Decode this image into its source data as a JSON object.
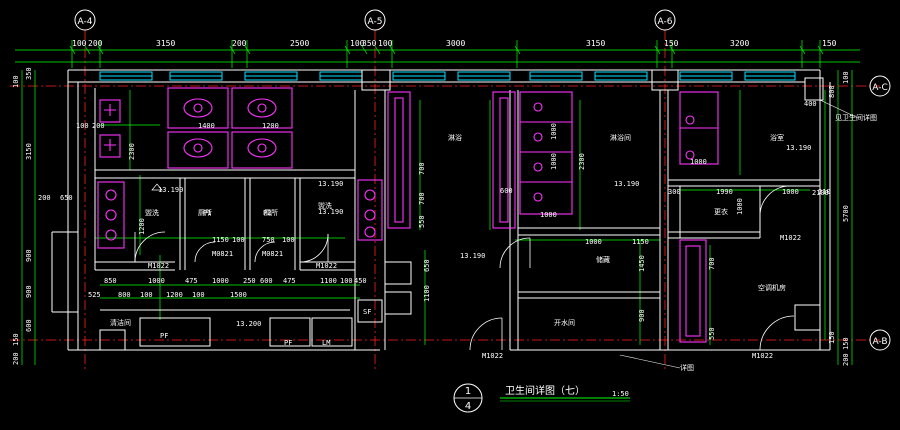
{
  "colors": {
    "background": "#000000",
    "dimension_line": "#00ff00",
    "wall": "#ffffff",
    "fixture": "#ff00ff",
    "window": "#00ffff",
    "axis_line": "#ff0000",
    "annotation": "#ffffff"
  },
  "axes": {
    "top": [
      "A-4",
      "A-5",
      "A-6"
    ],
    "right": [
      "A-C",
      "A-B"
    ]
  },
  "top_dims": [
    "100",
    "200",
    "3150",
    "200",
    "2500",
    "100",
    "350",
    "100",
    "3000",
    "3150",
    "150",
    "3200",
    "150"
  ],
  "left_dims": [
    "100",
    "350",
    "3150",
    "200",
    "650",
    "900",
    "900",
    "600",
    "150",
    "200"
  ],
  "right_dims": [
    "100",
    "5700",
    "150",
    "200",
    "800",
    "400",
    "2100",
    "150"
  ],
  "room_dims": {
    "d1": "1400",
    "d2": "1200",
    "d3": "100",
    "d4": "200",
    "d5": "1150",
    "d6": "100",
    "d7": "750",
    "d8": "100",
    "d9": "850",
    "d10": "1000",
    "d11": "475",
    "d12": "1000",
    "d13": "250",
    "d14": "600",
    "d15": "475",
    "d16": "1100",
    "d17": "100",
    "d18": "450",
    "d19": "525",
    "d20": "800",
    "d21": "100",
    "d22": "1200",
    "d23": "100",
    "d24": "1500",
    "d25": "1000",
    "d26": "1150",
    "d27": "1450",
    "d28": "900",
    "d29": "1990",
    "d30": "1000",
    "d31": "300",
    "d32": "1000",
    "d33": "210",
    "d34": "600",
    "d35": "1000",
    "d36": "2300",
    "d37": "700",
    "d38": "700",
    "d39": "550",
    "d40": "650",
    "d41": "1100",
    "d42": "1000",
    "d43": "1000",
    "d44": "2300",
    "d45": "1200",
    "d46": "1000",
    "d47": "700",
    "d48": "550"
  },
  "elevations": [
    "13.190",
    "13.190",
    "13.190",
    "13.190",
    "13.190",
    "13.200",
    "13.190"
  ],
  "door_tags": [
    "M1022",
    "M0821",
    "M0821",
    "M1022",
    "M1022",
    "M1022",
    "M1022"
  ],
  "room_labels": [
    "厕所",
    "厕所",
    "盥洗",
    "盥洗",
    "淋浴",
    "淋浴间",
    "浴室",
    "储藏",
    "更衣",
    "开水间",
    "清洁间",
    "空调机房"
  ],
  "fixture_tags": [
    "PF",
    "PF",
    "LM",
    "SF",
    "P1",
    "P2"
  ],
  "note": "见卫生间详图",
  "title_block": {
    "number_top": "1",
    "number_bottom": "4",
    "title": "卫生间详图（七）",
    "scale": "1:50"
  },
  "bottom_note": "详图"
}
